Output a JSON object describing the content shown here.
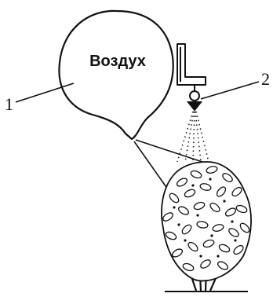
{
  "diagram": {
    "balloon_label": "Воздух",
    "callouts": [
      {
        "number": "1"
      },
      {
        "number": "2"
      }
    ]
  }
}
